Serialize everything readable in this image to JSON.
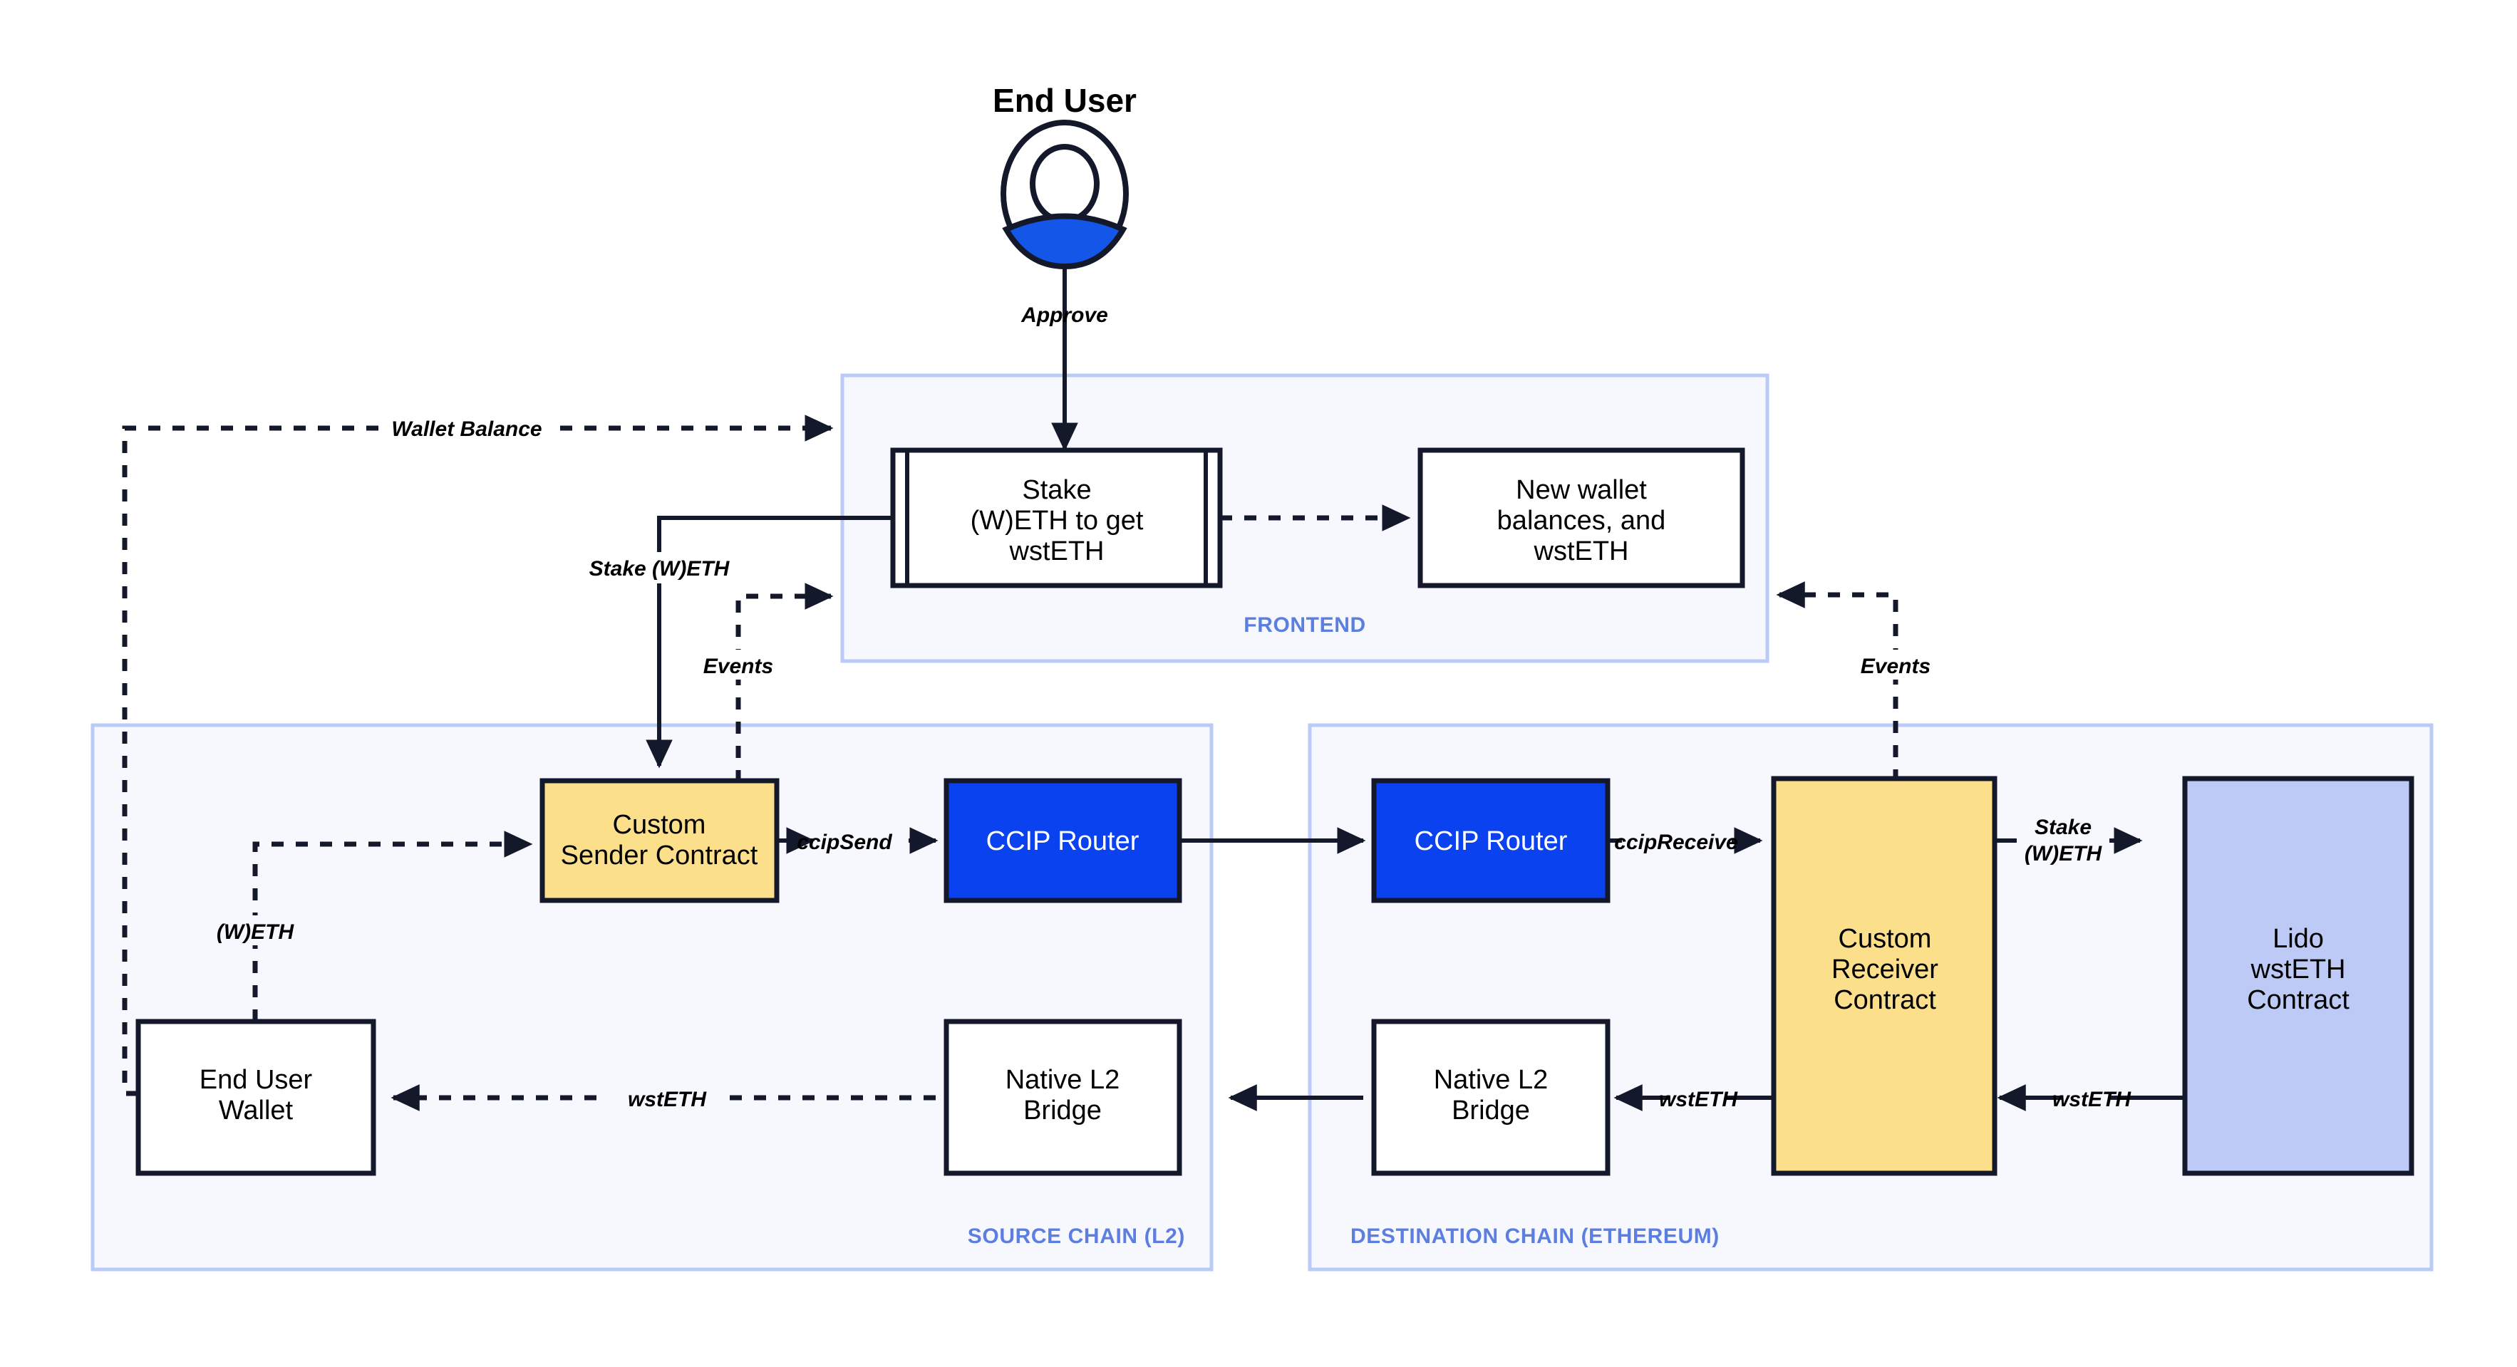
{
  "diagram": {
    "title": "CCIP Lido wstETH cross-chain staking architecture",
    "actor": {
      "name": "End User",
      "icon": "user-avatar-icon"
    },
    "groups": [
      {
        "id": "frontend",
        "label": "FRONTEND"
      },
      {
        "id": "source",
        "label": "SOURCE CHAIN (L2)"
      },
      {
        "id": "destination",
        "label": "DESTINATION CHAIN (ETHEREUM)"
      }
    ],
    "nodes": [
      {
        "id": "stake-ui",
        "lines": [
          "Stake",
          "(W)ETH to get",
          "wstETH"
        ],
        "group": "frontend",
        "style": "white-subroutine"
      },
      {
        "id": "new-balances",
        "lines": [
          "New wallet",
          "balances, and",
          "wstETH"
        ],
        "group": "frontend",
        "style": "white"
      },
      {
        "id": "custom-sender",
        "lines": [
          "Custom",
          "Sender Contract"
        ],
        "group": "source",
        "style": "yellow"
      },
      {
        "id": "ccip-router-src",
        "lines": [
          "CCIP Router"
        ],
        "group": "source",
        "style": "blue"
      },
      {
        "id": "end-user-wallet",
        "lines": [
          "End User",
          "Wallet"
        ],
        "group": "source",
        "style": "white"
      },
      {
        "id": "native-bridge-src",
        "lines": [
          "Native L2",
          "Bridge"
        ],
        "group": "source",
        "style": "white"
      },
      {
        "id": "ccip-router-dst",
        "lines": [
          "CCIP Router"
        ],
        "group": "destination",
        "style": "blue"
      },
      {
        "id": "custom-receiver",
        "lines": [
          "Custom",
          "Receiver",
          "Contract"
        ],
        "group": "destination",
        "style": "yellow"
      },
      {
        "id": "lido-wsteth",
        "lines": [
          "Lido",
          "wstETH",
          "Contract"
        ],
        "group": "destination",
        "style": "lilac"
      },
      {
        "id": "native-bridge-dst",
        "lines": [
          "Native L2",
          "Bridge"
        ],
        "group": "destination",
        "style": "white"
      }
    ],
    "edges": [
      {
        "id": "approve",
        "label": "Approve",
        "from": "end-user",
        "to": "stake-ui",
        "style": "solid"
      },
      {
        "id": "wallet-balance",
        "label": "Wallet Balance",
        "from": "end-user-wallet",
        "to": "frontend",
        "style": "dashed"
      },
      {
        "id": "stake-weth-src",
        "label": "Stake (W)ETH",
        "from": "stake-ui",
        "to": "custom-sender",
        "style": "solid"
      },
      {
        "id": "events-src",
        "label": "Events",
        "from": "custom-sender",
        "to": "frontend",
        "style": "dashed"
      },
      {
        "id": "events-dst",
        "label": "Events",
        "from": "custom-receiver",
        "to": "frontend",
        "style": "dashed"
      },
      {
        "id": "frontend-flow",
        "label": "",
        "from": "stake-ui",
        "to": "new-balances",
        "style": "dashed"
      },
      {
        "id": "weth",
        "label": "(W)ETH",
        "from": "end-user-wallet",
        "to": "custom-sender",
        "style": "dashed"
      },
      {
        "id": "ccip-send",
        "label": "ccipSend",
        "from": "custom-sender",
        "to": "ccip-router-src",
        "style": "solid"
      },
      {
        "id": "cross-chain",
        "label": "",
        "from": "ccip-router-src",
        "to": "ccip-router-dst",
        "style": "solid"
      },
      {
        "id": "ccip-receive",
        "label": "ccipReceive",
        "from": "ccip-router-dst",
        "to": "custom-receiver",
        "style": "solid"
      },
      {
        "id": "stake-weth-dst",
        "label": "Stake\n(W)ETH",
        "from": "custom-receiver",
        "to": "lido-wsteth",
        "style": "solid"
      },
      {
        "id": "wsteth-lido",
        "label": "wstETH",
        "from": "lido-wsteth",
        "to": "custom-receiver",
        "style": "solid"
      },
      {
        "id": "wsteth-bridge",
        "label": "wstETH",
        "from": "custom-receiver",
        "to": "native-bridge-dst",
        "style": "solid"
      },
      {
        "id": "bridge-cross",
        "label": "",
        "from": "native-bridge-dst",
        "to": "native-bridge-src",
        "style": "solid"
      },
      {
        "id": "wsteth-wallet",
        "label": "wstETH",
        "from": "native-bridge-src",
        "to": "end-user-wallet",
        "style": "dashed"
      }
    ],
    "edge_labels": {
      "approve": "Approve",
      "wallet_balance": "Wallet Balance",
      "stake_weth_src": "Stake (W)ETH",
      "events_src": "Events",
      "events_dst": "Events",
      "weth": "(W)ETH",
      "ccip_send": "ccipSend",
      "ccip_receive": "ccipReceive",
      "stake_dst_line1": "Stake",
      "stake_dst_line2": "(W)ETH",
      "wsteth_lido": "wstETH",
      "wsteth_bridge": "wstETH",
      "wsteth_wallet": "wstETH"
    },
    "node_text": {
      "stake_ui_l1": "Stake",
      "stake_ui_l2": "(W)ETH to get",
      "stake_ui_l3": "wstETH",
      "new_balances_l1": "New wallet",
      "new_balances_l2": "balances, and",
      "new_balances_l3": "wstETH",
      "custom_sender_l1": "Custom",
      "custom_sender_l2": "Sender Contract",
      "ccip_router_src": "CCIP Router",
      "end_user_wallet_l1": "End User",
      "end_user_wallet_l2": "Wallet",
      "native_bridge_src_l1": "Native L2",
      "native_bridge_src_l2": "Bridge",
      "ccip_router_dst": "CCIP Router",
      "custom_receiver_l1": "Custom",
      "custom_receiver_l2": "Receiver",
      "custom_receiver_l3": "Contract",
      "lido_l1": "Lido",
      "lido_l2": "wstETH",
      "lido_l3": "Contract",
      "native_bridge_dst_l1": "Native L2",
      "native_bridge_dst_l2": "Bridge"
    },
    "group_labels": {
      "frontend": "FRONTEND",
      "source": "SOURCE CHAIN (L2)",
      "destination": "DESTINATION CHAIN (ETHEREUM)"
    },
    "actor_title": "End User",
    "colors": {
      "group_fill": "#f6f8fe",
      "group_stroke": "#bbcbf8",
      "group_label": "#5c7ee0",
      "node_stroke": "#14182b",
      "yellow": "#fcdf8a",
      "blue": "#0b42f0",
      "lilac": "#bdcaf6",
      "white": "#ffffff",
      "avatar_accent": "#1457e8"
    }
  }
}
